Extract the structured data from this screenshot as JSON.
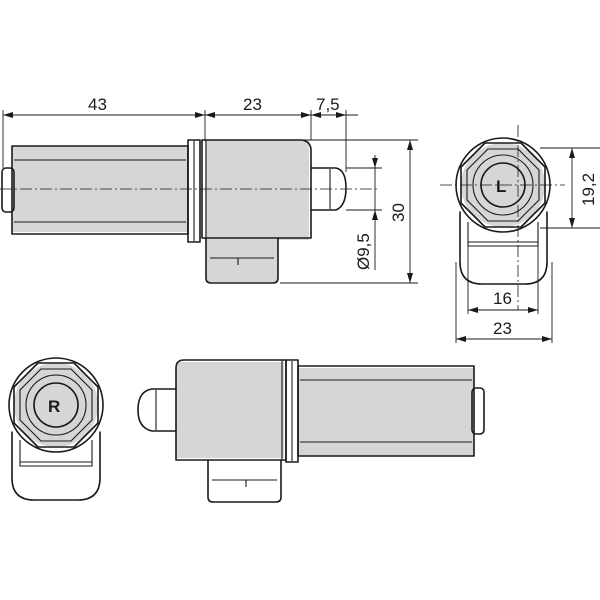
{
  "dimensions": {
    "d43": "43",
    "d23_top": "23",
    "d7_5": "7,5",
    "d30": "30",
    "d9_5": "Ø9,5",
    "d19_2": "19,2",
    "d16": "16",
    "d23_bottom": "23"
  },
  "markers": {
    "left": "L",
    "right": "R"
  }
}
